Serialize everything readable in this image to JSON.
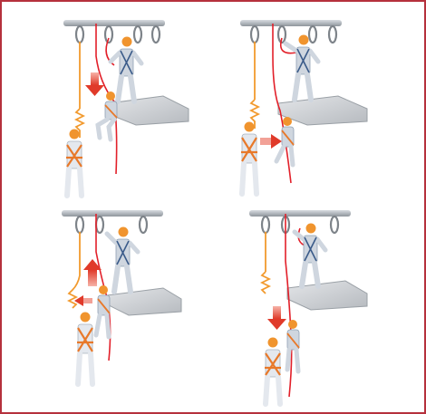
{
  "colors": {
    "frame_border": "#b5313d",
    "rail": "#9ea4aa",
    "rope_red": "#e2202a",
    "rope_orange": "#f29a2e",
    "harness_orange": "#e8792a",
    "suit_blue_grey": "#cfd6df",
    "helmet_orange": "#f0942e",
    "arrow_red": "#e03a2a",
    "platform_grey": "#c9ccd0"
  },
  "steps": [
    {
      "id": 1,
      "arrow": "down"
    },
    {
      "id": 2,
      "arrow": "right"
    },
    {
      "id": 3,
      "arrow": "up-left"
    },
    {
      "id": 4,
      "arrow": "down"
    }
  ]
}
